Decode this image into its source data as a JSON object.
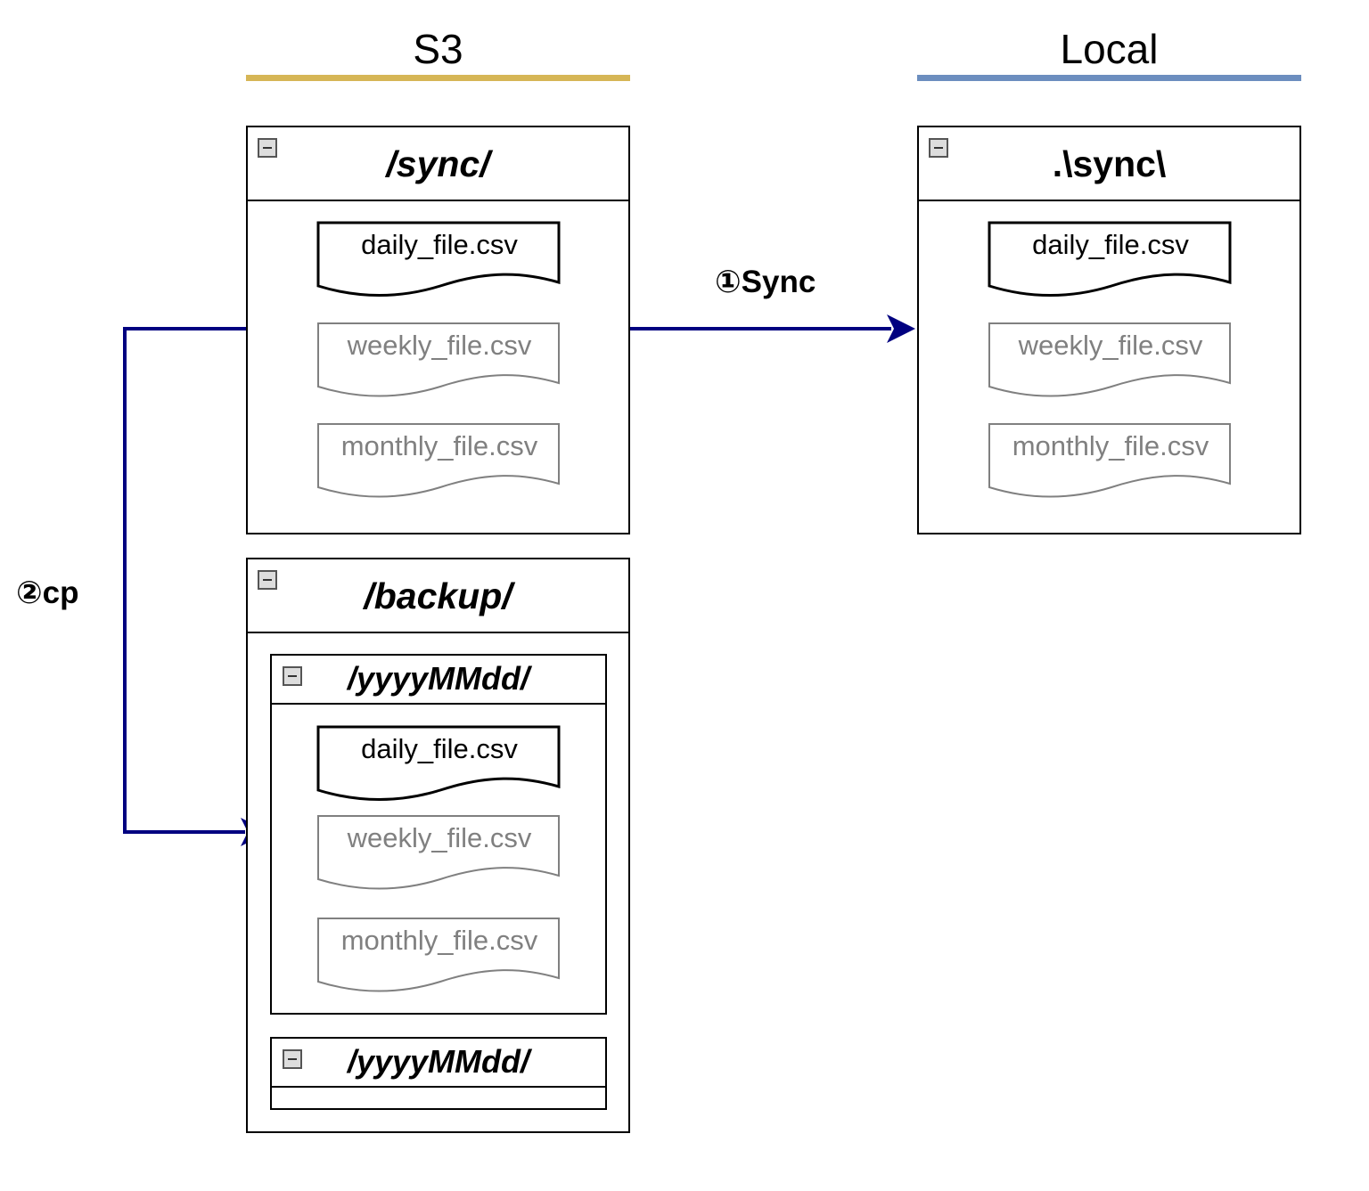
{
  "columns": {
    "s3": {
      "heading": "S3",
      "rule_color": "#d6b656"
    },
    "local": {
      "heading": "Local",
      "rule_color": "#6c8ebf"
    }
  },
  "folders": {
    "s3_sync": {
      "title": "/sync/",
      "files": [
        {
          "name": "daily_file.csv",
          "state": "active"
        },
        {
          "name": "weekly_file.csv",
          "state": "inactive"
        },
        {
          "name": "monthly_file.csv",
          "state": "inactive"
        }
      ]
    },
    "local_sync": {
      "title": ".\\sync\\",
      "files": [
        {
          "name": "daily_file.csv",
          "state": "active"
        },
        {
          "name": "weekly_file.csv",
          "state": "inactive"
        },
        {
          "name": "monthly_file.csv",
          "state": "inactive"
        }
      ]
    },
    "backup": {
      "title": "/backup/",
      "subfolders": [
        {
          "title": "/yyyyMMdd/",
          "files": [
            {
              "name": "daily_file.csv",
              "state": "active"
            },
            {
              "name": "weekly_file.csv",
              "state": "inactive"
            },
            {
              "name": "monthly_file.csv",
              "state": "inactive"
            }
          ]
        },
        {
          "title": "/yyyyMMdd/",
          "files": []
        }
      ]
    }
  },
  "edges": {
    "sync": {
      "label": "①Sync",
      "color": "#000080"
    },
    "cp": {
      "label": "②cp",
      "color": "#000080"
    }
  },
  "icons": {
    "collapse": "minus-box-icon",
    "file": "document-icon"
  }
}
